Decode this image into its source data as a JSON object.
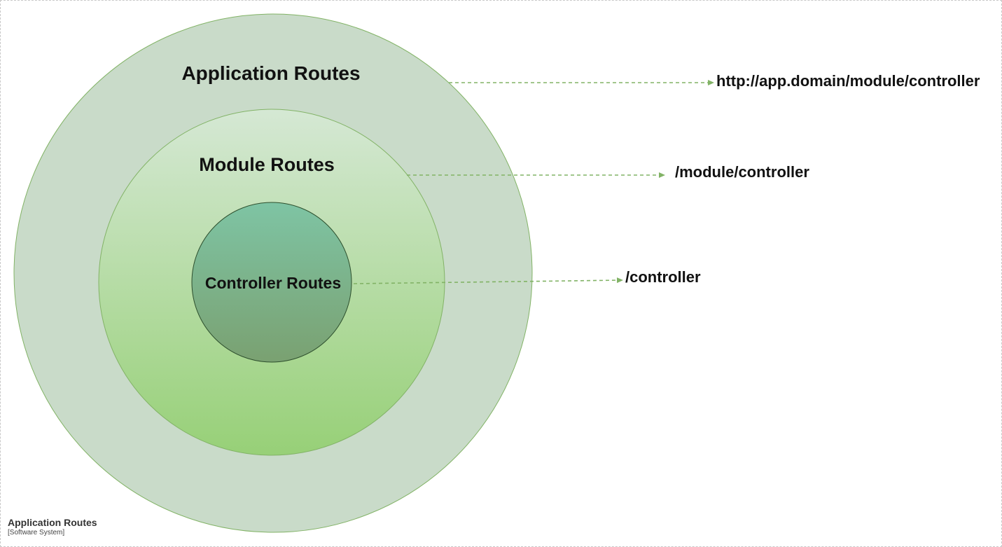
{
  "circles": {
    "application": {
      "label": "Application Routes"
    },
    "module": {
      "label": "Module Routes"
    },
    "controller": {
      "label": "Controller Routes"
    }
  },
  "routes": {
    "application": "http://app.domain/module/controller",
    "module": "/module/controller",
    "controller": "/controller"
  },
  "system": {
    "name": "Application Routes",
    "type": "[Software System]"
  },
  "colors": {
    "outer_fill": "#c9dbc9",
    "outer_stroke": "#82b366",
    "middle_fill_top": "#d5e8d4",
    "middle_fill_bottom": "#97d077",
    "middle_stroke": "#82b366",
    "inner_fill_top": "#7ec4a4",
    "inner_fill_bottom": "#7aa171",
    "inner_stroke": "#2d4f2d",
    "connector": "#82b366",
    "frame_border": "#c8c8c8"
  }
}
